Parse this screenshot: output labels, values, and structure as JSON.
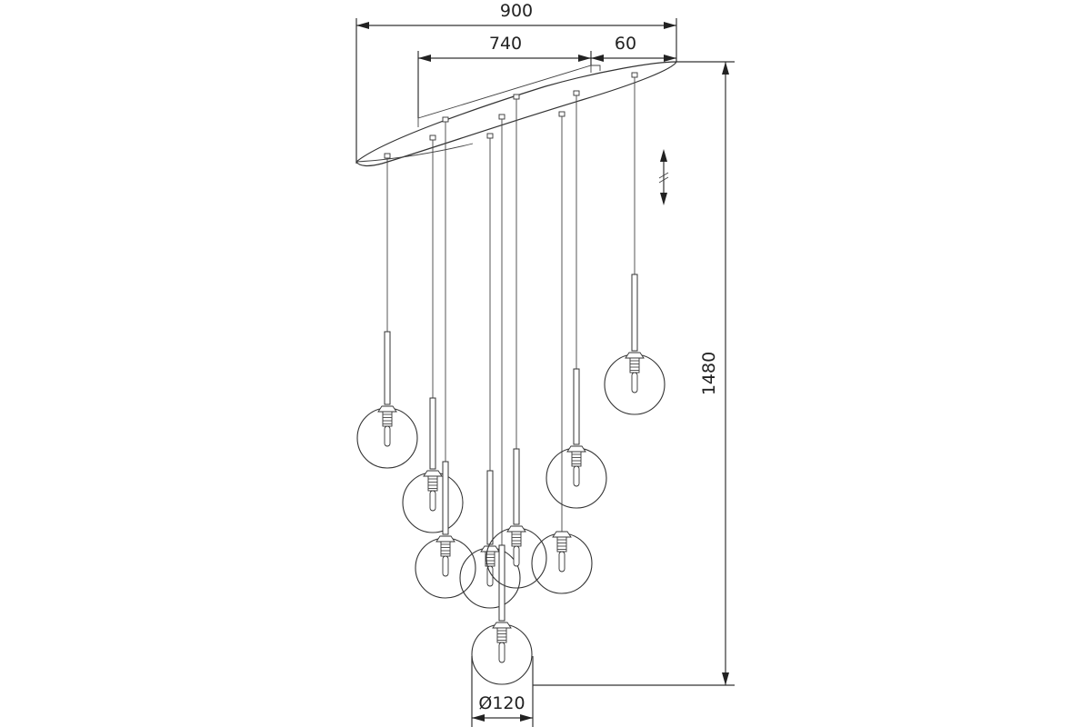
{
  "dimensions": {
    "total_width": "900",
    "canopy_length": "740",
    "offset": "60",
    "total_height": "1480",
    "globe_diameter": "Ø120"
  },
  "icons": {
    "adjustable_height": "double-arrow-adjust-icon"
  }
}
